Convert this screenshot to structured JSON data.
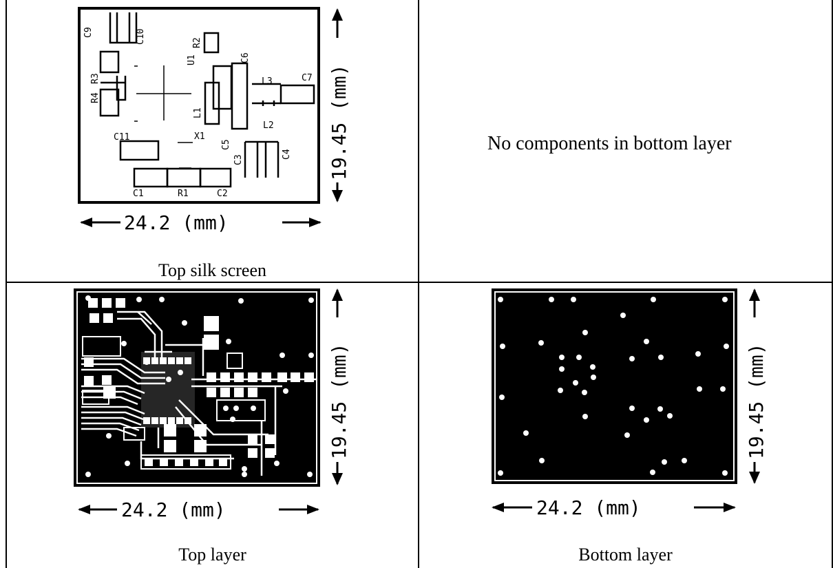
{
  "panels": {
    "top_silk": {
      "caption": "Top silk screen",
      "width_label": "24.2 (mm)",
      "height_label": "19.45 (mm)",
      "refdes": [
        "C9",
        "C10",
        "R2",
        "U1",
        "C6",
        "R3",
        "R4",
        "L3",
        "C7",
        "L1",
        "L2",
        "X1",
        "C11",
        "C5",
        "C3",
        "C4",
        "C1",
        "R1",
        "C2"
      ]
    },
    "bottom_silk": {
      "note": "No components in bottom layer"
    },
    "top_layer": {
      "caption": "Top layer",
      "width_label": "24.2 (mm)",
      "height_label": "19.45 (mm)"
    },
    "bottom_layer": {
      "caption": "Bottom layer",
      "width_label": "24.2 (mm)",
      "height_label": "19.45 (mm)"
    }
  }
}
